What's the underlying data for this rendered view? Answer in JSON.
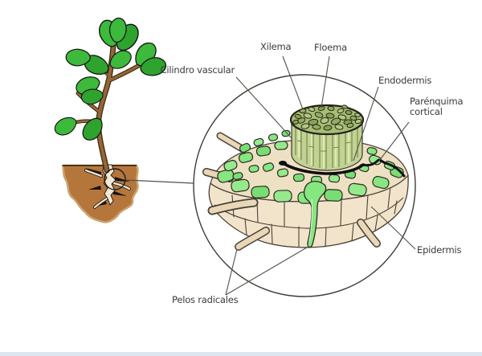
{
  "diagram": {
    "labels": {
      "xilema": "Xilema",
      "floema": "Floema",
      "cilindro_vascular": "Cilindro vascular",
      "endodermis": "Endodermis",
      "parenquima_cortical": "Parénquima cortical",
      "epidermis": "Epidermis",
      "pelos_radicales": "Pelos radicales"
    },
    "colors": {
      "leaf_green": "#3db93b",
      "leaf_green_dark": "#2ea32e",
      "stem_brown": "#94663a",
      "soil_brown": "#b5763c",
      "root_cream": "#f3e9d4",
      "parenchyma_green": "#86e680",
      "epidermis_cream": "#f2e4ca",
      "cylinder_olive": "#c2d294",
      "cylinder_top_olive": "#a6bf72",
      "endodermis_black": "#0e0e0e",
      "leader_line": "#55504a"
    }
  }
}
